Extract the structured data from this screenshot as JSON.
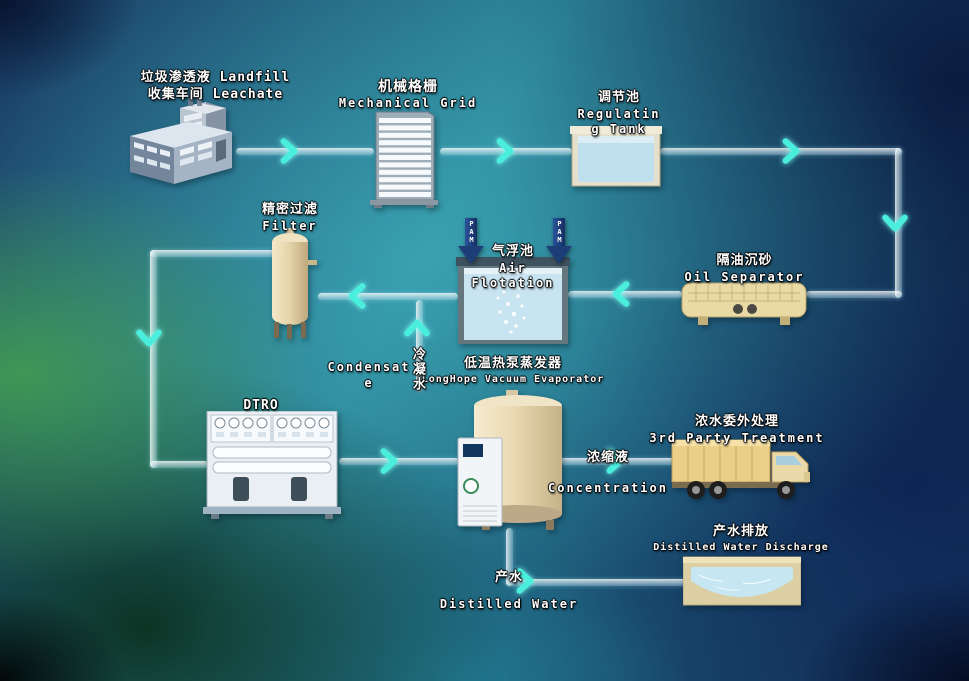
{
  "nodes": {
    "factory": {
      "line1": "垃圾渗透液 Landfill",
      "line2": "收集车间  Leachate"
    },
    "mechanical_grid": {
      "line1": "机械格栅",
      "line2": "Mechanical Grid"
    },
    "regulating_tank": {
      "line1": "调节池",
      "line2": "Regulatin",
      "line3": "g Tank"
    },
    "oil_separator": {
      "line1": "隔油沉砂",
      "line2": "Oil Separator"
    },
    "air_flotation": {
      "line1": "气浮池",
      "line2": "Air Flotation",
      "dosing": "PAM"
    },
    "filter": {
      "line1": "精密过滤",
      "line2": "Filter"
    },
    "dtro": {
      "line1": "DTRO"
    },
    "evaporator": {
      "line1": "低温热泵蒸发器",
      "line2": "LongHope Vacuum Evaporator"
    },
    "third_party": {
      "line1": "浓水委外处理",
      "line2": "3rd Party Treatment"
    },
    "discharge": {
      "line1": "产水排放",
      "line2": "Distilled Water Discharge"
    }
  },
  "streams": {
    "condensate": {
      "en_line1": "Condensat",
      "en_line2": "e",
      "cn": "冷凝水"
    },
    "concentrate": {
      "cn": "浓缩液",
      "en": "Concentration"
    },
    "product": {
      "cn": "产水",
      "en": "Distilled Water"
    }
  },
  "colors": {
    "flow_arrow": "#49eedd",
    "dosing_arrow": "#1c3d78",
    "pipe": "#d9eef8",
    "label_text": "#ffffff"
  }
}
